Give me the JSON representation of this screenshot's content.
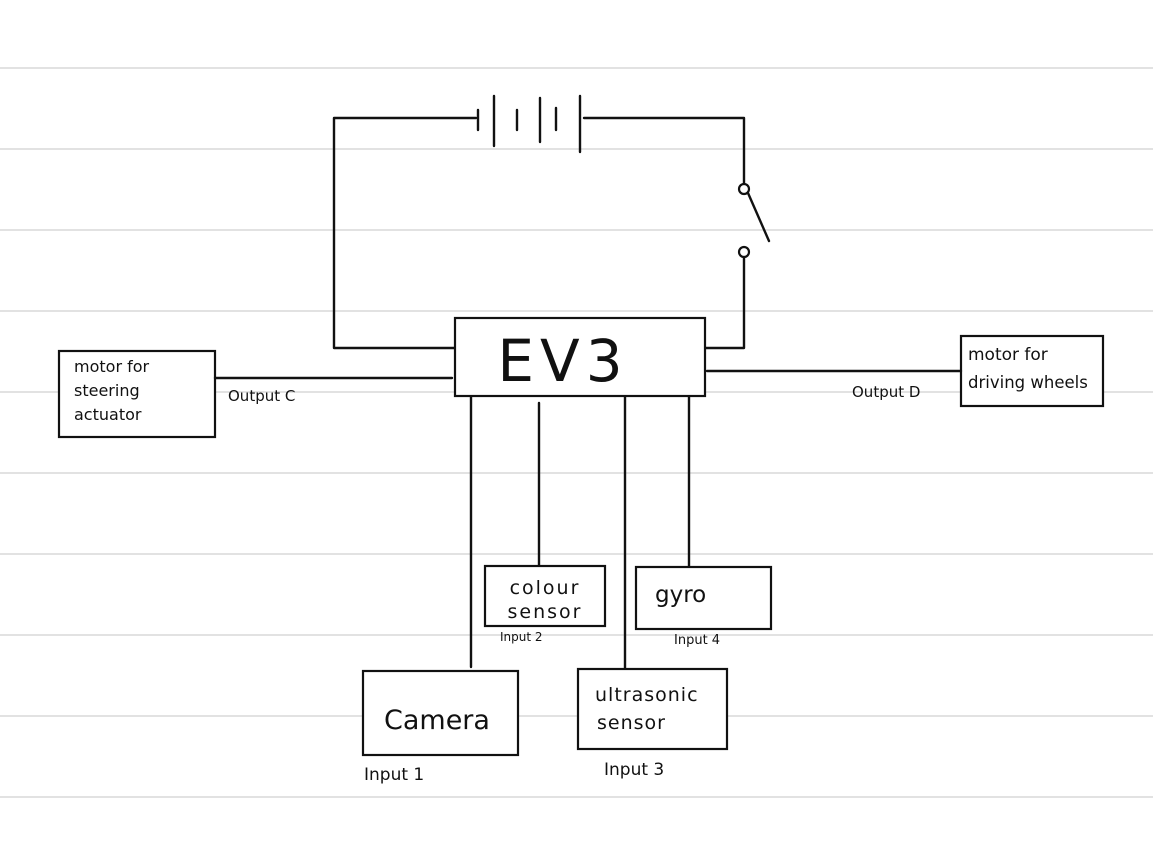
{
  "diagram": {
    "controller": {
      "label": "EV3"
    },
    "outputs": {
      "steering_motor": {
        "lines": [
          "motor for",
          "steering",
          "actuator"
        ],
        "port": "Output C"
      },
      "drive_motor": {
        "lines": [
          "motor for",
          "driving wheels"
        ],
        "port": "Output D"
      }
    },
    "inputs": {
      "camera": {
        "lines": [
          "Camera"
        ],
        "port": "Input 1"
      },
      "colour_sensor": {
        "lines": [
          "colour",
          "sensor"
        ],
        "port": "Input 2"
      },
      "ultrasonic_sensor": {
        "lines": [
          "ultrasonic",
          "sensor"
        ],
        "port": "Input 3"
      },
      "gyro": {
        "lines": [
          "gyro"
        ],
        "port": "Input 4"
      }
    },
    "power": {
      "battery_icon": "battery-icon",
      "switch_icon": "switch-icon"
    }
  }
}
